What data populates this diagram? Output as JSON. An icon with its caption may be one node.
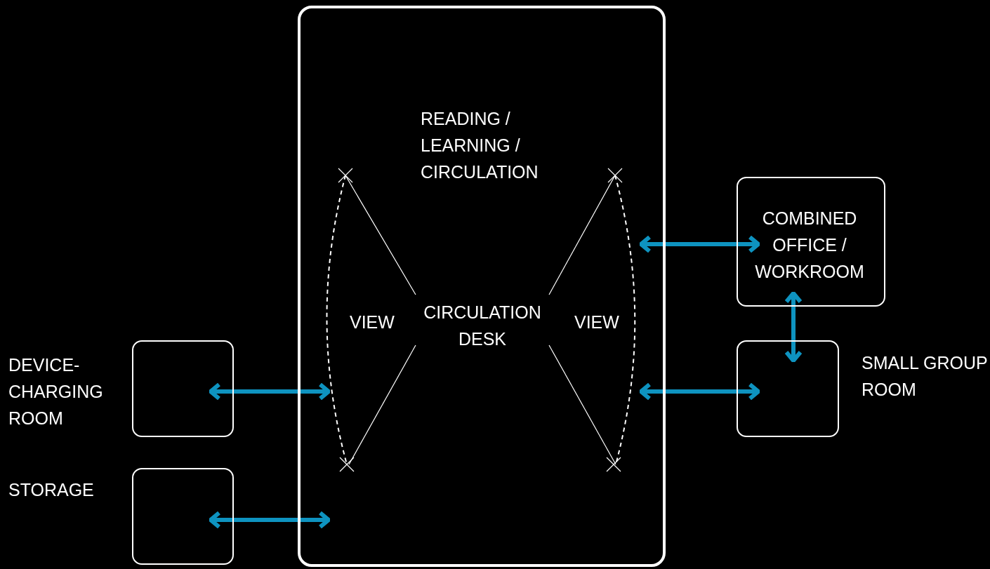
{
  "diagram": {
    "nodes": [
      {
        "text": [
          "READING / LEARNING / CIRCULATION",
          "CIRCULATION DESK"
        ]
      },
      {
        "text": [
          "DEVICE-CHARGING ROOM"
        ]
      },
      {
        "text": [
          "STORAGE"
        ]
      },
      {
        "text": [
          "COMBINED OFFICE / WORKROOM"
        ]
      },
      {
        "text": [
          "SMALL GROUP ROOM"
        ]
      }
    ],
    "edges": [
      {
        "from": 1,
        "to": 0,
        "arrow": "both"
      },
      {
        "from": 2,
        "to": 0,
        "arrow": "both"
      },
      {
        "from": 0,
        "to": 3,
        "arrow": "both"
      },
      {
        "from": 0,
        "to": 4,
        "arrow": "both"
      },
      {
        "from": 3,
        "to": 4,
        "arrow": "both"
      }
    ],
    "labels": [
      "VIEW",
      "VIEW"
    ]
  }
}
